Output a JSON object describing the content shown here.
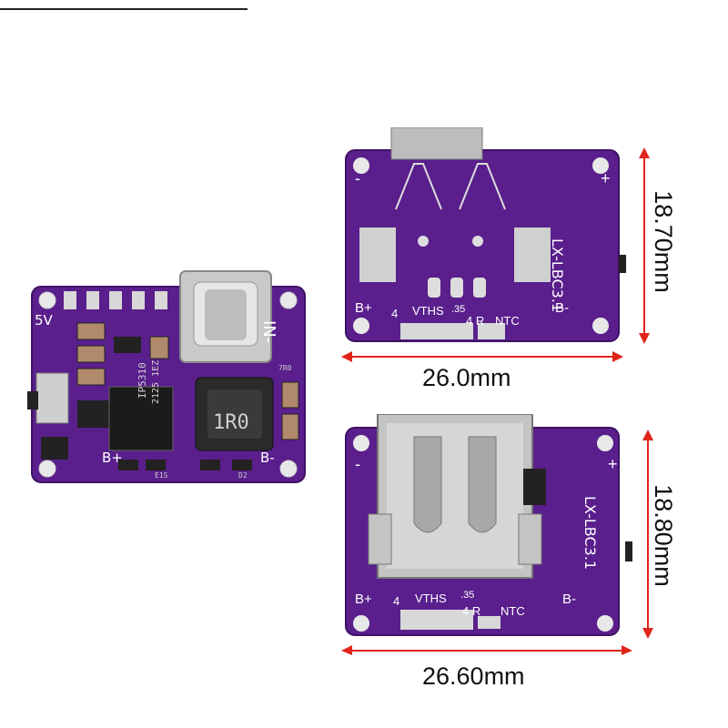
{
  "colors": {
    "pcb": "#5a1f8c",
    "pcb_dark": "#3e1265",
    "pcb_edge": "#7a3cb0",
    "pad": "#d8d8d8",
    "dimension": "#e0241b",
    "background": "#ffffff"
  },
  "board_left": {
    "label_5v": "5V",
    "label_in": "IN-",
    "label_b_plus": "B+",
    "label_b_minus": "B-",
    "inductor_text": "1R0",
    "ic_line1": "IP5310",
    "ic_line2": "2125 1EZ",
    "small_codes": [
      "7R0",
      "E1S",
      "D2"
    ]
  },
  "board_top": {
    "label_lx": "LX-LBC3.1",
    "label_b_plus": "B+",
    "label_b_minus": "B-",
    "label_4": "4",
    "label_vths": "VTHS",
    "label_35": ".35",
    "label_4r": "4 R",
    "label_ntc": "NTC",
    "label_minus": "-",
    "label_plus": "+"
  },
  "board_bottom": {
    "label_lx": "LX-LBC3.1",
    "label_b_plus": "B+",
    "label_b_minus": "B-",
    "label_4": "4",
    "label_vths": "VTHS",
    "label_35": ".35",
    "label_4r": "4 R",
    "label_ntc": "NTC",
    "label_minus": "-",
    "label_plus": "+"
  },
  "dimensions": {
    "top_height": "18.70mm",
    "top_width": "26.0mm",
    "bottom_height": "18.80mm",
    "bottom_width": "26.60mm"
  }
}
